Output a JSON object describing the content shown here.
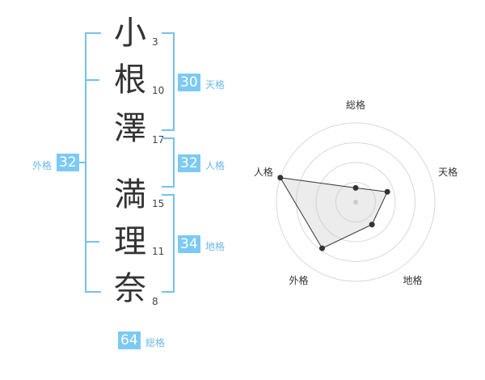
{
  "name": {
    "chars": [
      {
        "char": "小",
        "strokes": "3"
      },
      {
        "char": "根",
        "strokes": "10"
      },
      {
        "char": "澤",
        "strokes": "17"
      },
      {
        "char": "満",
        "strokes": "15"
      },
      {
        "char": "理",
        "strokes": "11"
      },
      {
        "char": "奈",
        "strokes": "8"
      }
    ]
  },
  "fortunes": {
    "tenkaku": {
      "label": "天格",
      "value": "30"
    },
    "jinkaku": {
      "label": "人格",
      "value": "32"
    },
    "chikaku": {
      "label": "地格",
      "value": "34"
    },
    "gaikaku": {
      "label": "外格",
      "value": "32"
    },
    "soukaku": {
      "label": "総格",
      "value": "64"
    }
  },
  "colors": {
    "accent": "#7ccaf3",
    "bracket": "#74c2ee"
  },
  "chart_data": {
    "type": "radar",
    "axes": [
      "総格",
      "天格",
      "地格",
      "外格",
      "人格"
    ],
    "rings": 4,
    "values": [
      0.18,
      0.42,
      0.35,
      0.72,
      1.0
    ],
    "range": [
      0,
      1
    ]
  }
}
